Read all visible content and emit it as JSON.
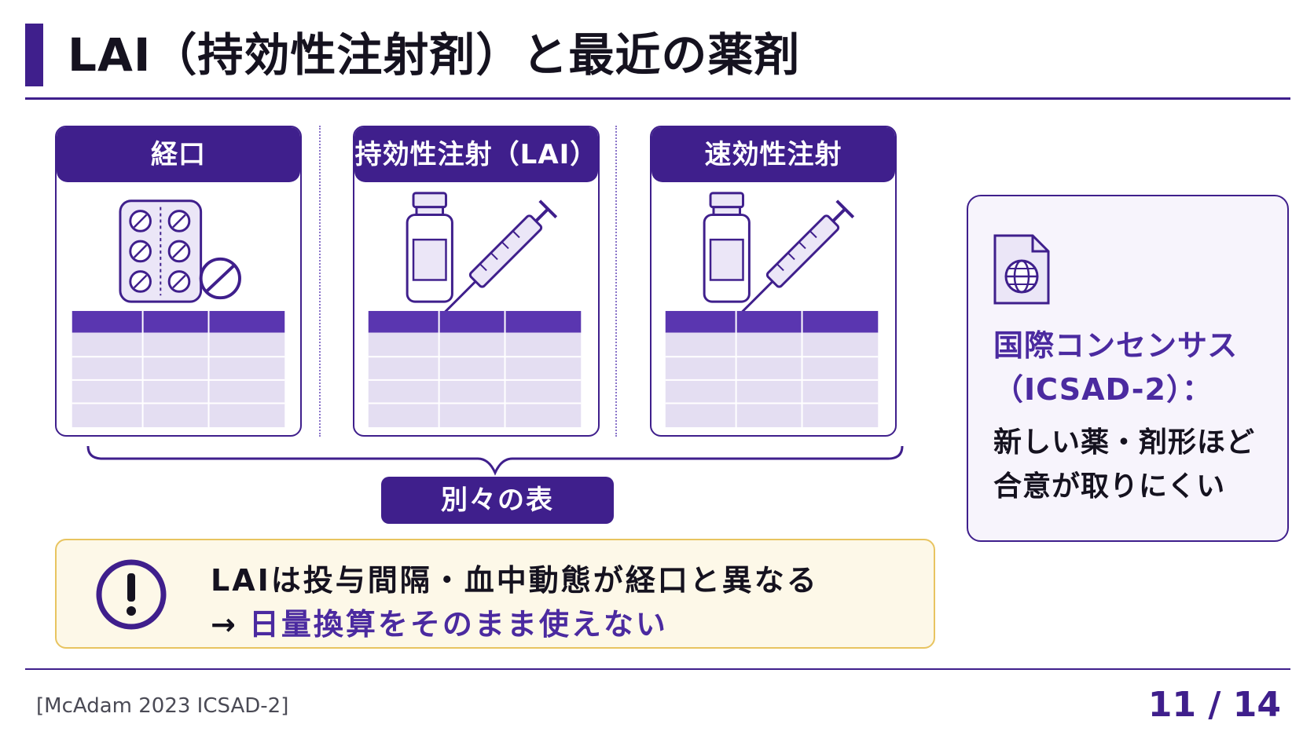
{
  "title": "LAI（持効性注射剤）と最近の薬剤",
  "columns": [
    {
      "label": "経口",
      "icon": "pill-blister-icon"
    },
    {
      "label": "持効性注射（LAI）",
      "icon": "vial-syringe-icon"
    },
    {
      "label": "速効性注射",
      "icon": "vial-syringe-icon"
    }
  ],
  "pill_label": "別々の表",
  "warning": {
    "line1": "LAIは投与間隔・血中動態が経口と異なる",
    "arrow": "→",
    "line2": "日量換算をそのまま使えない"
  },
  "side": {
    "heading1": "国際コンセンサス",
    "heading2": "（ICSAD-2）：",
    "body1": "新しい薬・剤形ほど",
    "body2": "合意が取りにくい",
    "icon": "globe-document-icon"
  },
  "citation": "[McAdam 2023 ICSAD-2]",
  "page": "11 / 14",
  "colors": {
    "primary": "#3f1f8c",
    "accent": "#4b2aa0",
    "warn_border": "#e8c460",
    "warn_bg": "#fdf8e8"
  }
}
